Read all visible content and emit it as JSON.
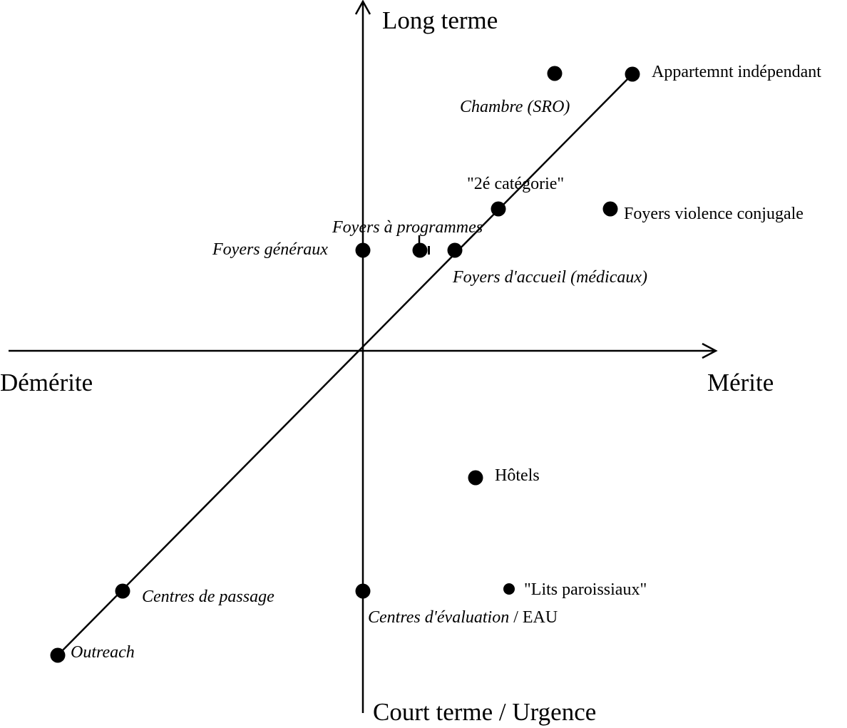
{
  "axes": {
    "top": "Long terme",
    "bottom": "Court terme / Urgence",
    "left": "Démérite",
    "right": "Mérite"
  },
  "points": {
    "appartement": "Appartemnt indépendant",
    "chambre": "Chambre (SRO)",
    "deuxieme": "\"2é catégorie\"",
    "violence": "Foyers violence conjugale",
    "programmes": "Foyers à programmes",
    "generaux": "Foyers généraux",
    "accueil": "Foyers d'accueil (médicaux)",
    "hotels": "Hôtels",
    "passage": "Centres de passage",
    "evaluation": "Centres d'évaluation",
    "eau": " / EAU",
    "lits": "\"Lits paroissiaux\"",
    "outreach": "Outreach"
  },
  "colors": {
    "ink": "#000000",
    "background": "#ffffff"
  }
}
